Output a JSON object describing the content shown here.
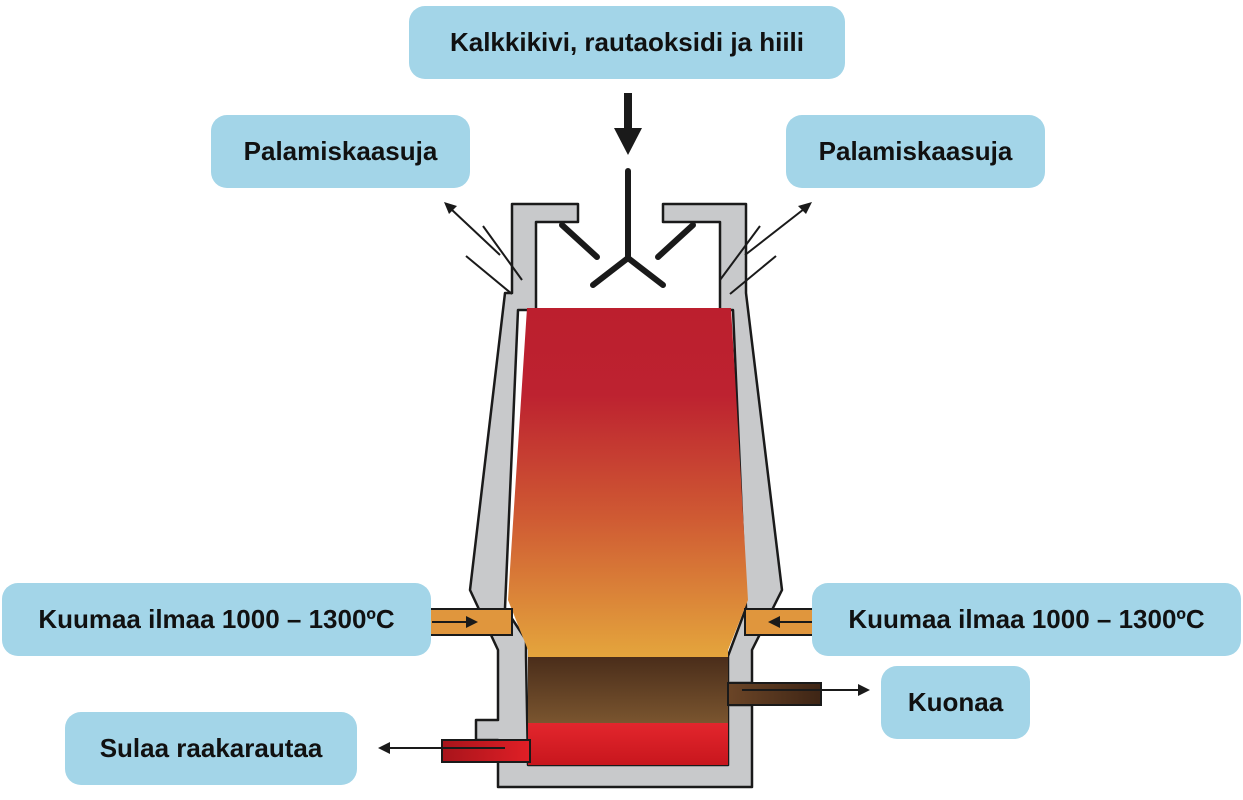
{
  "labels": {
    "input": "Kalkkikivi, rautaoksidi ja hiili",
    "exhaust_left": "Palamiskaasuja",
    "exhaust_right": "Palamiskaasuja",
    "hot_air_left": "Kuumaa ilmaa 1000 – 1300ºC",
    "hot_air_right": "Kuumaa ilmaa 1000 – 1300ºC",
    "slag": "Kuonaa",
    "molten_iron": "Sulaa raakarautaa"
  },
  "colors": {
    "label_bg": "#a3d5e8",
    "shell": "#c8c9cb",
    "charge_top": "#bc1f2e",
    "charge_bottom": "#e4a53c",
    "slag_top": "#4c2f1c",
    "slag_bottom": "#75502d",
    "iron": "#e01f26",
    "air_pipe": "#e0963d"
  }
}
